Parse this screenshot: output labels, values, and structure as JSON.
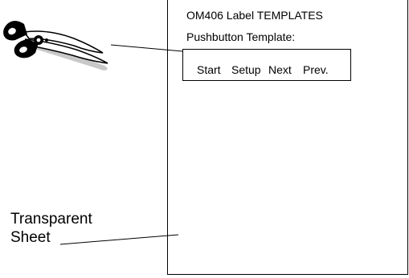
{
  "sheet": {
    "title": "OM406 Label TEMPLATES",
    "subtitle": "Pushbutton Template:"
  },
  "template": {
    "labels": [
      "Start",
      "Setup",
      "Next",
      "Prev."
    ]
  },
  "callout": {
    "line1": "Transparent",
    "line2": "Sheet"
  },
  "icons": {
    "scissors": "scissors-icon"
  },
  "colors": {
    "ink": "#000000",
    "shadow": "#c8c8c8"
  }
}
